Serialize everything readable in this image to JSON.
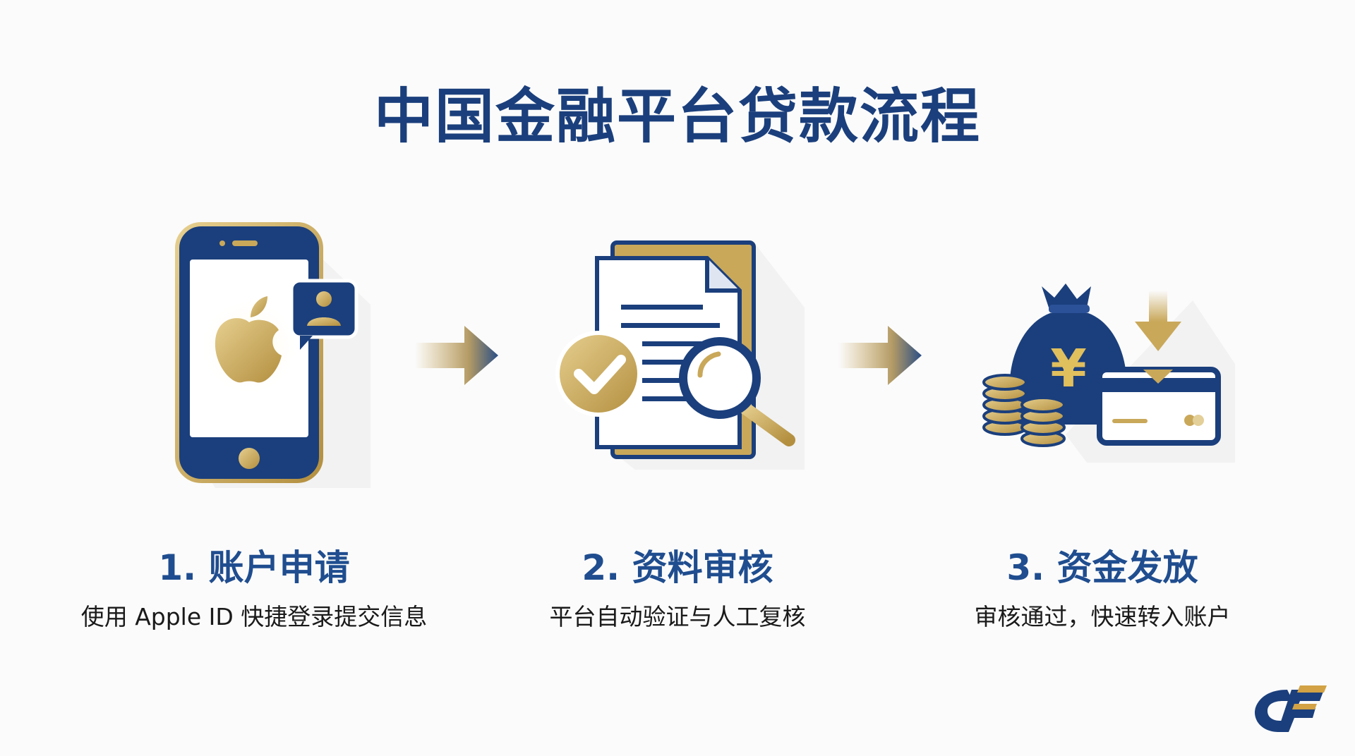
{
  "title": "中国金融平台贷款流程",
  "steps": [
    {
      "title": "1. 账户申请",
      "description": "使用 Apple ID 快捷登录提交信息",
      "icon": "phone-apple-id-icon"
    },
    {
      "title": "2. 资料审核",
      "description": "平台自动验证与人工复核",
      "icon": "document-review-icon"
    },
    {
      "title": "3. 资金发放",
      "description": "审核通过，快速转入账户",
      "icon": "money-bag-card-icon"
    }
  ],
  "colors": {
    "navy": "#1b3f7c",
    "gold": "#c9a85a",
    "background": "#fbfbfb"
  }
}
